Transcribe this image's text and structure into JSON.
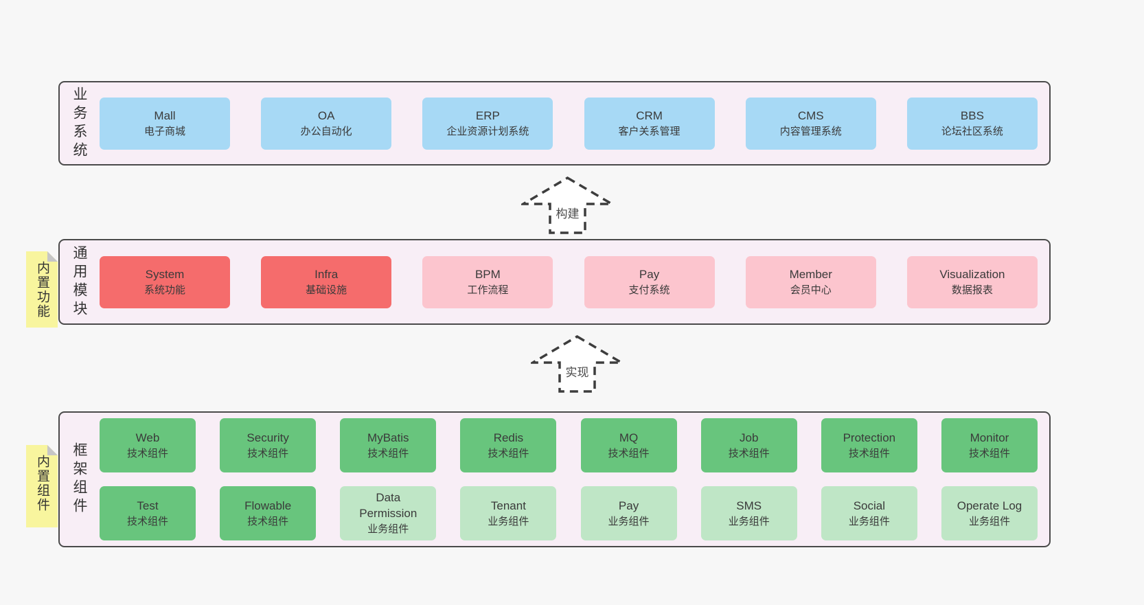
{
  "colors": {
    "page_bg": "#f7f7f7",
    "panel_bg": "#f8eef6",
    "panel_border": "#4a4a4a",
    "blue_box": "#a7d9f5",
    "red_box": "#f56c6c",
    "pink_box": "#fcc5ce",
    "green_box": "#68c57d",
    "light_green_box": "#bfe6c6",
    "note_yellow": "#f8f59e",
    "note_fold_gray": "#c6c6c6",
    "arrow_stroke": "#3d3d3d",
    "text": "#3a3a3a"
  },
  "arrows": [
    {
      "label": "构建"
    },
    {
      "label": "实现"
    }
  ],
  "sections": [
    {
      "label": "业务系统",
      "boxes": [
        {
          "en": "Mall",
          "zh": "电子商城"
        },
        {
          "en": "OA",
          "zh": "办公自动化"
        },
        {
          "en": "ERP",
          "zh": "企业资源计划系统"
        },
        {
          "en": "CRM",
          "zh": "客户关系管理"
        },
        {
          "en": "CMS",
          "zh": "内容管理系统"
        },
        {
          "en": "BBS",
          "zh": "论坛社区系统"
        }
      ]
    },
    {
      "label": "通用模块",
      "note": "内置功能",
      "boxes": [
        {
          "en": "System",
          "zh": "系统功能"
        },
        {
          "en": "Infra",
          "zh": "基础设施"
        },
        {
          "en": "BPM",
          "zh": "工作流程"
        },
        {
          "en": "Pay",
          "zh": "支付系统"
        },
        {
          "en": "Member",
          "zh": "会员中心"
        },
        {
          "en": "Visualization",
          "zh": "数据报表"
        }
      ]
    },
    {
      "label": "框架组件",
      "note": "内置组件",
      "rows": [
        [
          {
            "en": "Web",
            "zh": "技术组件"
          },
          {
            "en": "Security",
            "zh": "技术组件"
          },
          {
            "en": "MyBatis",
            "zh": "技术组件"
          },
          {
            "en": "Redis",
            "zh": "技术组件"
          },
          {
            "en": "MQ",
            "zh": "技术组件"
          },
          {
            "en": "Job",
            "zh": "技术组件"
          },
          {
            "en": "Protection",
            "zh": "技术组件"
          },
          {
            "en": "Monitor",
            "zh": "技术组件"
          }
        ],
        [
          {
            "en": "Test",
            "zh": "技术组件"
          },
          {
            "en": "Flowable",
            "zh": "技术组件"
          },
          {
            "en": "Data Permission",
            "zh": "业务组件"
          },
          {
            "en": "Tenant",
            "zh": "业务组件"
          },
          {
            "en": "Pay",
            "zh": "业务组件"
          },
          {
            "en": "SMS",
            "zh": "业务组件"
          },
          {
            "en": "Social",
            "zh": "业务组件"
          },
          {
            "en": "Operate Log",
            "zh": "业务组件"
          }
        ]
      ]
    }
  ]
}
